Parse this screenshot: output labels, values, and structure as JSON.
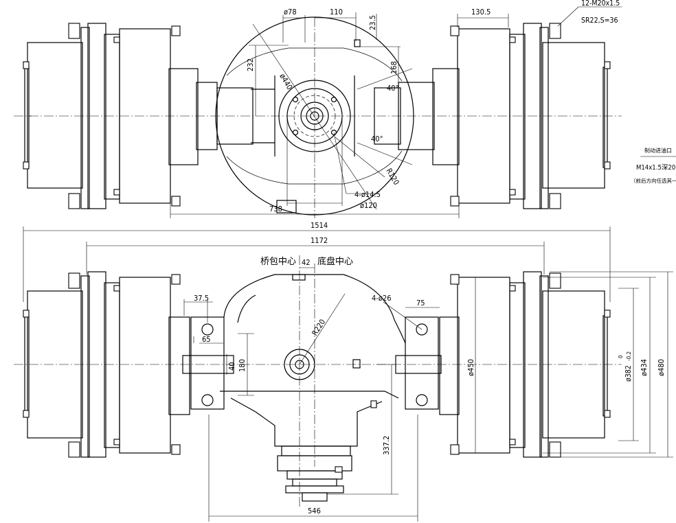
{
  "top_view": {
    "dims": {
      "d78": "ø78",
      "d110": "110",
      "d23_5": "23.5",
      "d130_5": "130.5",
      "bolt_spec1": "12-M20x1.5",
      "bolt_spec2": "SR22,S=36",
      "d232": "232",
      "d440": "ø440",
      "d168": "168",
      "a40_top": "40°",
      "a40_bot": "40°",
      "r120": "R120",
      "holes": "4-ø14.5",
      "d120": "ø120",
      "d738": "738"
    }
  },
  "side_note": {
    "title": "制动进油口",
    "thread": "M14x1.5深20",
    "note": "（前后方向任选其一）"
  },
  "front_view": {
    "dims": {
      "d1514": "1514",
      "d1172": "1172",
      "axle_center": "桥包中心",
      "d42": "42",
      "chassis_center": "底盘中心",
      "d37_5": "37.5",
      "holes26": "4-ø26",
      "d75": "75",
      "r220": "R220",
      "d65": "65",
      "d40": "40",
      "d180": "180",
      "d450": "ø450",
      "d382": "ø382",
      "d382_tol": "-0.2",
      "d382_tol_up": "0",
      "d434": "ø434",
      "d480": "ø480",
      "d337_2": "337.2",
      "d546": "546"
    }
  }
}
